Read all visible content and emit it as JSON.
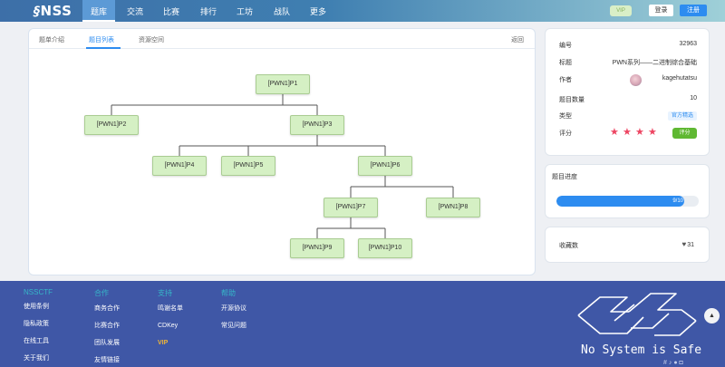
{
  "nav": {
    "logo_text": "NSS",
    "items": [
      "题库",
      "交流",
      "比赛",
      "排行",
      "工坊",
      "战队",
      "更多"
    ],
    "active_item": "题库",
    "vip": "VIP",
    "login": "登录",
    "register": "注册"
  },
  "tabs": {
    "items": [
      "题单介绍",
      "题目列表",
      "资源空间"
    ],
    "active": "题目列表",
    "back": "返回"
  },
  "tree": {
    "nodes": [
      "[PWN1]P1",
      "[PWN1]P2",
      "[PWN1]P3",
      "[PWN1]P4",
      "[PWN1]P5",
      "[PWN1]P6",
      "[PWN1]P7",
      "[PWN1]P8",
      "[PWN1]P9",
      "[PWN1]P10"
    ]
  },
  "info": {
    "id_label": "编号",
    "id": "32963",
    "title_label": "标题",
    "title": "PWN系列——二进制综合基础",
    "author_label": "作者",
    "author": "kagehutatsu",
    "count_label": "题目数量",
    "count": "10",
    "type_label": "类型",
    "type": "官方精选",
    "rating_label": "评分",
    "rating_stars": 4,
    "rate_button": "评分"
  },
  "progress": {
    "title": "题目进度",
    "text": "9/10",
    "fraction": 0.9
  },
  "favorites": {
    "label": "收藏数",
    "count": "31"
  },
  "footer": {
    "columns": [
      {
        "head": "NSSCTF",
        "links": [
          "使用条例",
          "隐私政策",
          "在线工具",
          "关于我们"
        ]
      },
      {
        "head": "合作",
        "links": [
          "商务合作",
          "比赛合作",
          "团队发展",
          "友情链接"
        ]
      },
      {
        "head": "支持",
        "links": [
          "鸣谢名单",
          "CDKey",
          "VIP"
        ]
      },
      {
        "head": "帮助",
        "links": [
          "开源协议",
          "常见问题"
        ]
      }
    ],
    "slogan": "No System is Safe"
  },
  "colors": {
    "accent": "#2d8cf0",
    "node_fill": "#d5f0c4",
    "star": "#ed4562",
    "footer_bg": "#3f57a6",
    "footer_head": "#36b7c8",
    "vip_link": "#f0b537",
    "rate_button": "#5fb832"
  },
  "icons": [
    "heart-icon",
    "star-icon",
    "bell-icon",
    "chat-icon",
    "hash-icon",
    "settings-icon"
  ]
}
